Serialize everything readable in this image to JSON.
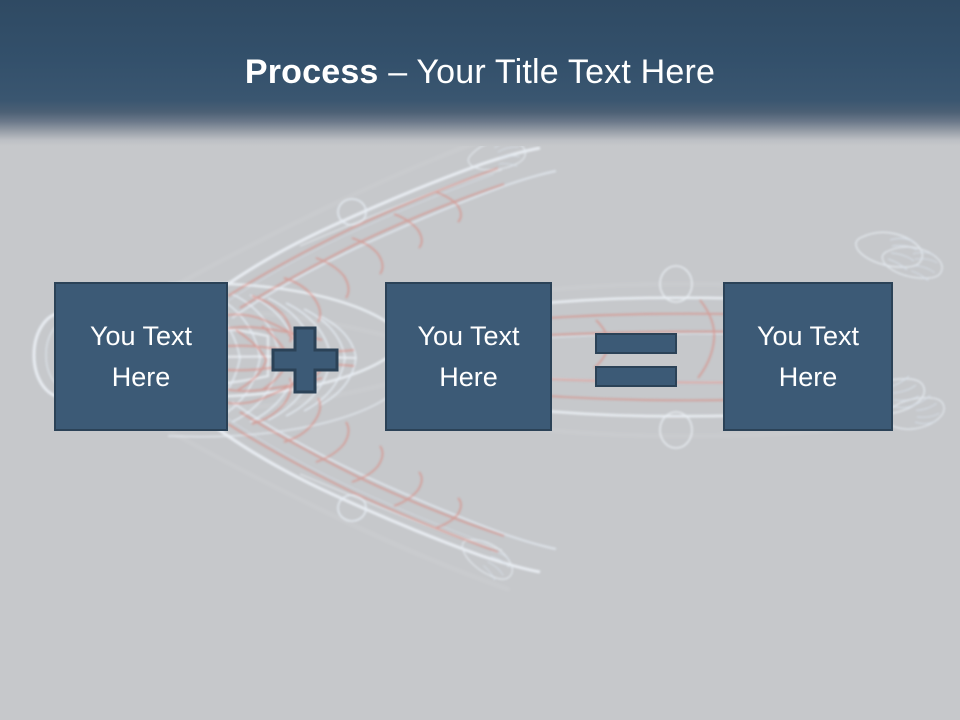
{
  "slide": {
    "background_color": "#c6c8cb",
    "header_color": "#32506b",
    "accent_color": "#3c5a76",
    "accent_border_color": "#2b4257",
    "text_color": "#ffffff"
  },
  "header": {
    "title_bold": "Process",
    "title_separator": " – ",
    "title_rest": "Your Title Text Here",
    "title_full": "Process – Your Title Text Here"
  },
  "background_image": {
    "name": "human-anatomy-circulatory-system",
    "description": "Translucent x-ray style human body with circulatory system, arms raised, red arteries over white vessel network",
    "vessel_color": "#eef2f6",
    "artery_color": "#e58a7e"
  },
  "diagram": {
    "boxes": [
      {
        "id": "box-1",
        "label": "You Text\nHere",
        "line1": "You Text",
        "line2": "Here"
      },
      {
        "id": "box-2",
        "label": "You Text\nHere",
        "line1": "You Text",
        "line2": "Here"
      },
      {
        "id": "box-3",
        "label": "You Text\nHere",
        "line1": "You Text",
        "line2": "Here"
      }
    ],
    "operators": [
      {
        "id": "op-plus",
        "symbol": "+",
        "name": "plus-operator"
      },
      {
        "id": "op-equals",
        "symbol": "=",
        "name": "equals-operator"
      }
    ],
    "equation": "You Text Here + You Text Here = You Text Here"
  }
}
